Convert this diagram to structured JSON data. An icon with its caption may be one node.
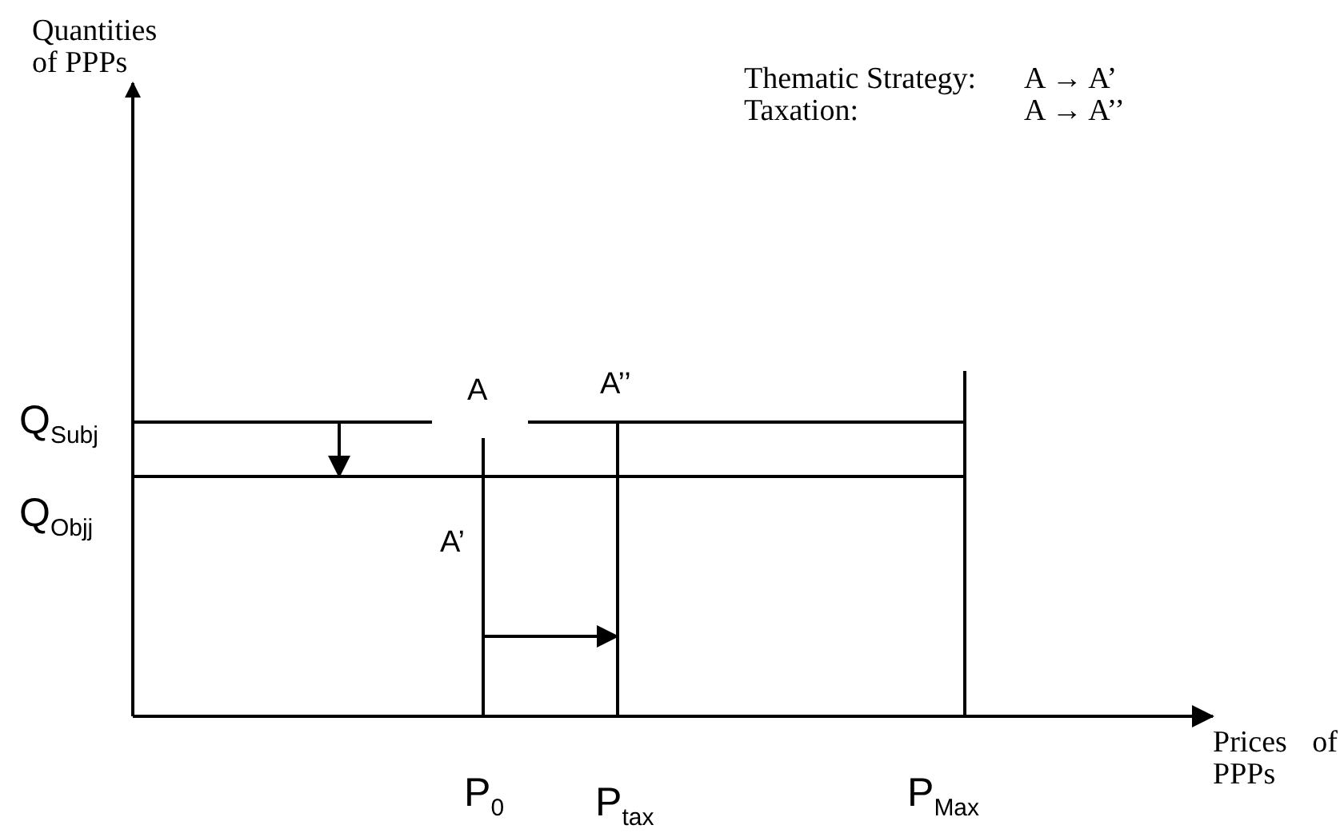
{
  "diagram": {
    "labels": [
      "Quantities of PPPs",
      "Thematic Strategy:",
      "A → A’",
      "Taxation:",
      "A → A’’",
      "A",
      "A’’",
      "Q$_{Subj}$",
      "Q$_{Objj}$",
      "A’",
      "Prices of PPPs",
      "P$_{0}$",
      "P$_{tax}$",
      "P$_{Max}$"
    ]
  }
}
